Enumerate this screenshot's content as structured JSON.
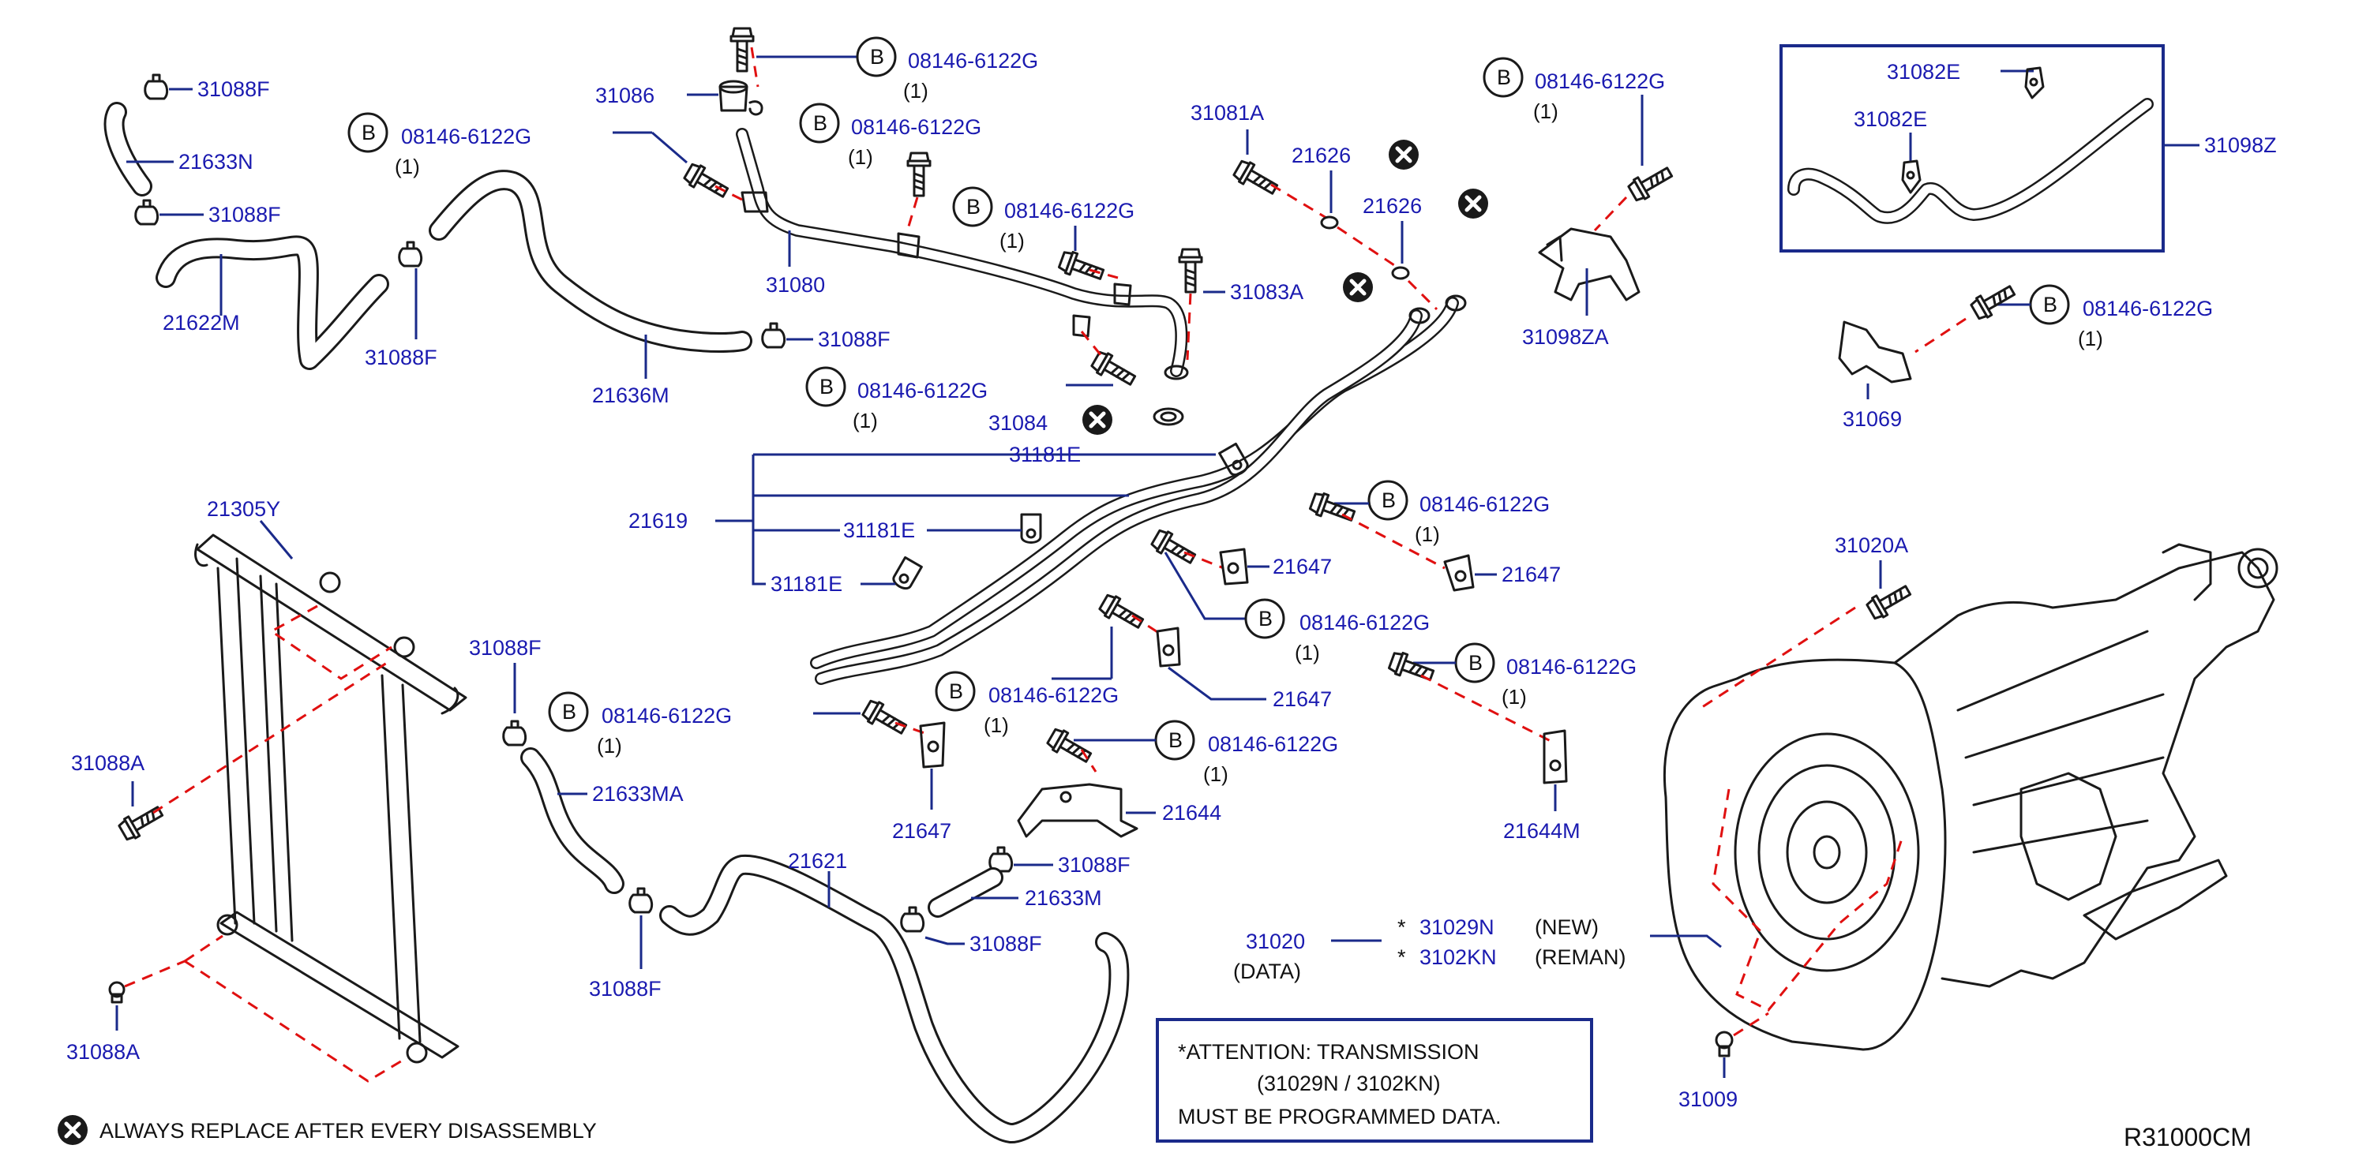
{
  "colors": {
    "part_number": "#1a1ab0",
    "leader": "#1a2a8a",
    "dashed": "#e01010",
    "ink": "#1a1a1a"
  },
  "bolt_part": "08146-6122G",
  "qty": "(1)",
  "b_symbol": "B",
  "labels": {
    "p31088F": "31088F",
    "p21633N": "21633N",
    "p21622M": "21622M",
    "p21636M": "21636M",
    "p31086": "31086",
    "p31080": "31080",
    "p31084": "31084",
    "p31081A": "31081A",
    "p21626": "21626",
    "p31083A": "31083A",
    "p31098ZA": "31098ZA",
    "p31082E": "31082E",
    "p31098Z": "31098Z",
    "p31069": "31069",
    "p31181E": "31181E",
    "p21619": "21619",
    "p21305Y": "21305Y",
    "p31088A": "31088A",
    "p21633MA": "21633MA",
    "p21621": "21621",
    "p21633M": "21633M",
    "p21647": "21647",
    "p21644": "21644",
    "p21644M": "21644M",
    "p31020A": "31020A",
    "p31020": "31020",
    "p31009": "31009"
  },
  "data_note": "(DATA)",
  "variants": [
    {
      "star": "*",
      "part": "31029N",
      "desc": "(NEW)"
    },
    {
      "star": "*",
      "part": "3102KN",
      "desc": "(REMAN)"
    }
  ],
  "attention": {
    "line1": "*ATTENTION:  TRANSMISSION",
    "line2": "(31029N  /  3102KN)",
    "line3": "MUST  BE  PROGRAMMED  DATA."
  },
  "legend_text": "ALWAYS  REPLACE  AFTER  EVERY  DISASSEMBLY",
  "diagram_code": "R31000CM",
  "icons": {
    "replace": "replace-x-icon",
    "bolt_ref": "b-circle-icon"
  }
}
